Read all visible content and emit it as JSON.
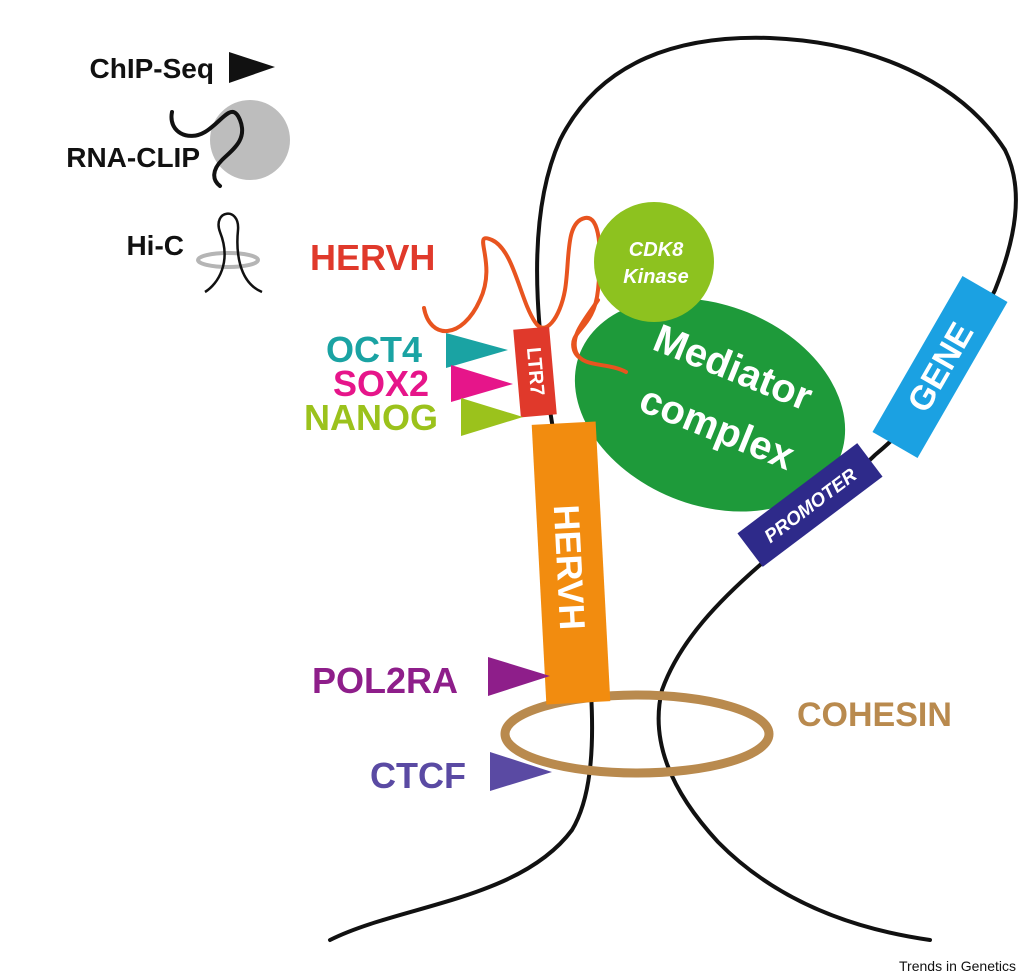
{
  "legend": {
    "chipseq": "ChIP-Seq",
    "rnaclip": "RNA-CLIP",
    "hic": "Hi-C"
  },
  "labels": {
    "hervh_rna": "HERVH",
    "oct4": "OCT4",
    "sox2": "SOX2",
    "nanog": "NANOG",
    "pol2ra": "POL2RA",
    "ctcf": "CTCF",
    "cohesin": "COHESIN",
    "ltr7": "LTR7",
    "hervh_element": "HERVH",
    "cdk8_line1": "CDK8",
    "cdk8_line2": "Kinase",
    "mediator_line1": "Mediator",
    "mediator_line2": "complex",
    "promoter": "PROMOTER",
    "gene": "GENE"
  },
  "credit": "Trends in Genetics",
  "colors": {
    "hervh_rna": "#e0392b",
    "rna_curve": "#e8541f",
    "oct4": "#1aa3a3",
    "sox2": "#e6158a",
    "nanog": "#9bc21c",
    "pol2ra": "#8e1e8a",
    "ctcf": "#5a4aa3",
    "cohesin": "#b98a4e",
    "ltr7": "#e0392b",
    "hervh_element": "#f28c0f",
    "cdk8": "#8dc21f",
    "mediator": "#1e9a3a",
    "promoter": "#2e2a8a",
    "gene": "#1ba1e2",
    "dna": "#111111"
  }
}
